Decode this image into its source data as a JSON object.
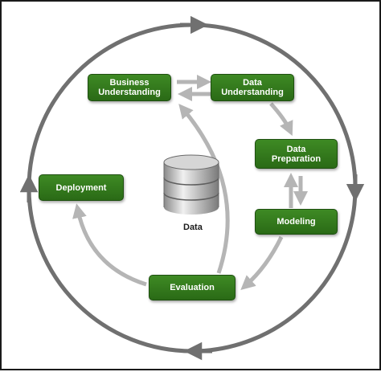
{
  "diagram": {
    "phases": {
      "business_understanding": "Business\nUnderstanding",
      "data_understanding": "Data\nUnderstanding",
      "data_preparation": "Data\nPreparation",
      "modeling": "Modeling",
      "evaluation": "Evaluation",
      "deployment": "Deployment"
    },
    "center_label": "Data",
    "colors": {
      "box_fill": "#357d1e",
      "box_border": "#1e4f10",
      "outer_cycle": "#707070",
      "inner_arrows": "#b5b5b5"
    }
  }
}
